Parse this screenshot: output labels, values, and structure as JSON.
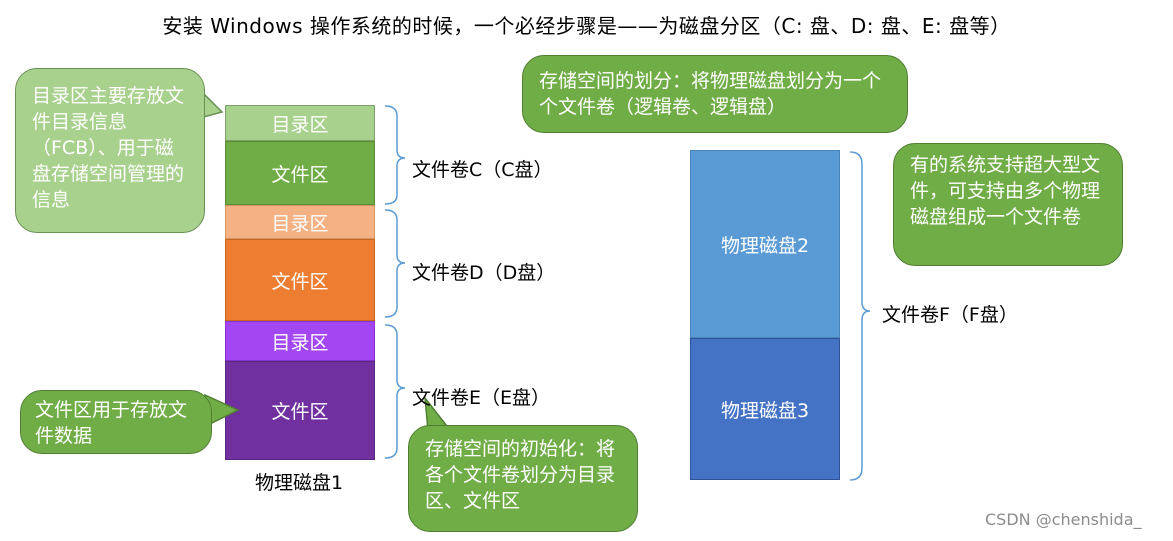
{
  "title": "安装 Windows 操作系统的时候，一个必经步骤是——为磁盘分区（C: 盘、D: 盘、E: 盘等）",
  "disk1": {
    "label": "物理磁盘1",
    "segments": [
      {
        "label": "目录区",
        "color": "#a9d18e"
      },
      {
        "label": "文件区",
        "color": "#70ad47"
      },
      {
        "label": "目录区",
        "color": "#f4b183"
      },
      {
        "label": "文件区",
        "color": "#ed7d31"
      },
      {
        "label": "目录区",
        "color": "#a347f2"
      },
      {
        "label": "文件区",
        "color": "#7030a0"
      }
    ]
  },
  "volumes": {
    "c": "文件卷C（C盘）",
    "d": "文件卷D（D盘）",
    "e": "文件卷E（E盘）",
    "f": "文件卷F（F盘）"
  },
  "disk2": {
    "label": "物理磁盘2",
    "color": "#5b9bd5"
  },
  "disk3": {
    "label": "物理磁盘3",
    "color": "#4472c4"
  },
  "callouts": {
    "dir_area": "目录区主要存放文件目录信息（FCB）、用于磁盘存储空间管理的信息",
    "file_area": "文件区用于存放文件数据",
    "partition": "存储空间的划分：将物理磁盘划分为一个个文件卷（逻辑卷、逻辑盘）",
    "init": "存储空间的初始化：将各个文件卷划分为目录区、文件区",
    "big_file": "有的系统支持超大型文件，可支持由多个物理磁盘组成一个文件卷"
  },
  "watermark": "CSDN @chenshida_"
}
